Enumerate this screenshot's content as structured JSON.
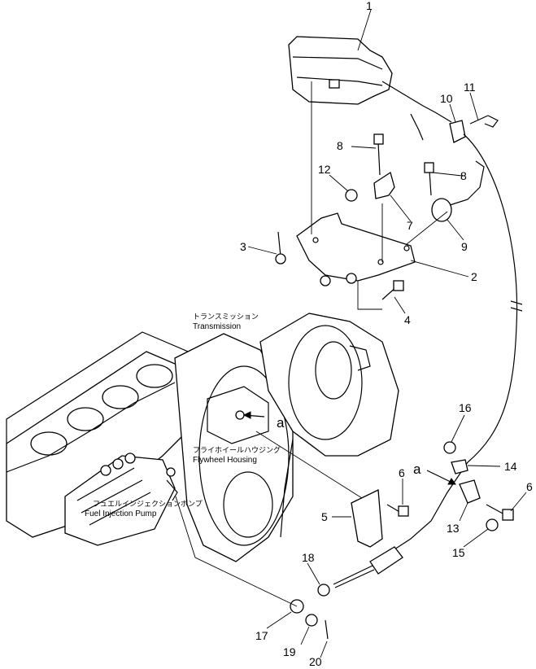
{
  "callouts": [
    {
      "num": "1"
    },
    {
      "num": "2"
    },
    {
      "num": "3"
    },
    {
      "num": "4"
    },
    {
      "num": "5"
    },
    {
      "num": "6"
    },
    {
      "num": "6"
    },
    {
      "num": "7"
    },
    {
      "num": "8"
    },
    {
      "num": "8"
    },
    {
      "num": "9"
    },
    {
      "num": "10"
    },
    {
      "num": "11"
    },
    {
      "num": "12"
    },
    {
      "num": "13"
    },
    {
      "num": "14"
    },
    {
      "num": "15"
    },
    {
      "num": "16"
    },
    {
      "num": "17"
    },
    {
      "num": "18"
    },
    {
      "num": "19"
    },
    {
      "num": "20"
    }
  ],
  "labels": {
    "transmission_jp": "トランスミッション",
    "transmission_en": "Transmission",
    "flywheel_jp": "フライホイールハウジング",
    "flywheel_en": "Flywheel Housing",
    "pump_jp": "フュエルインジェクションポンプ",
    "pump_en": "Fuel Injection Pump"
  },
  "refs": {
    "a1": "a",
    "a2": "a"
  }
}
